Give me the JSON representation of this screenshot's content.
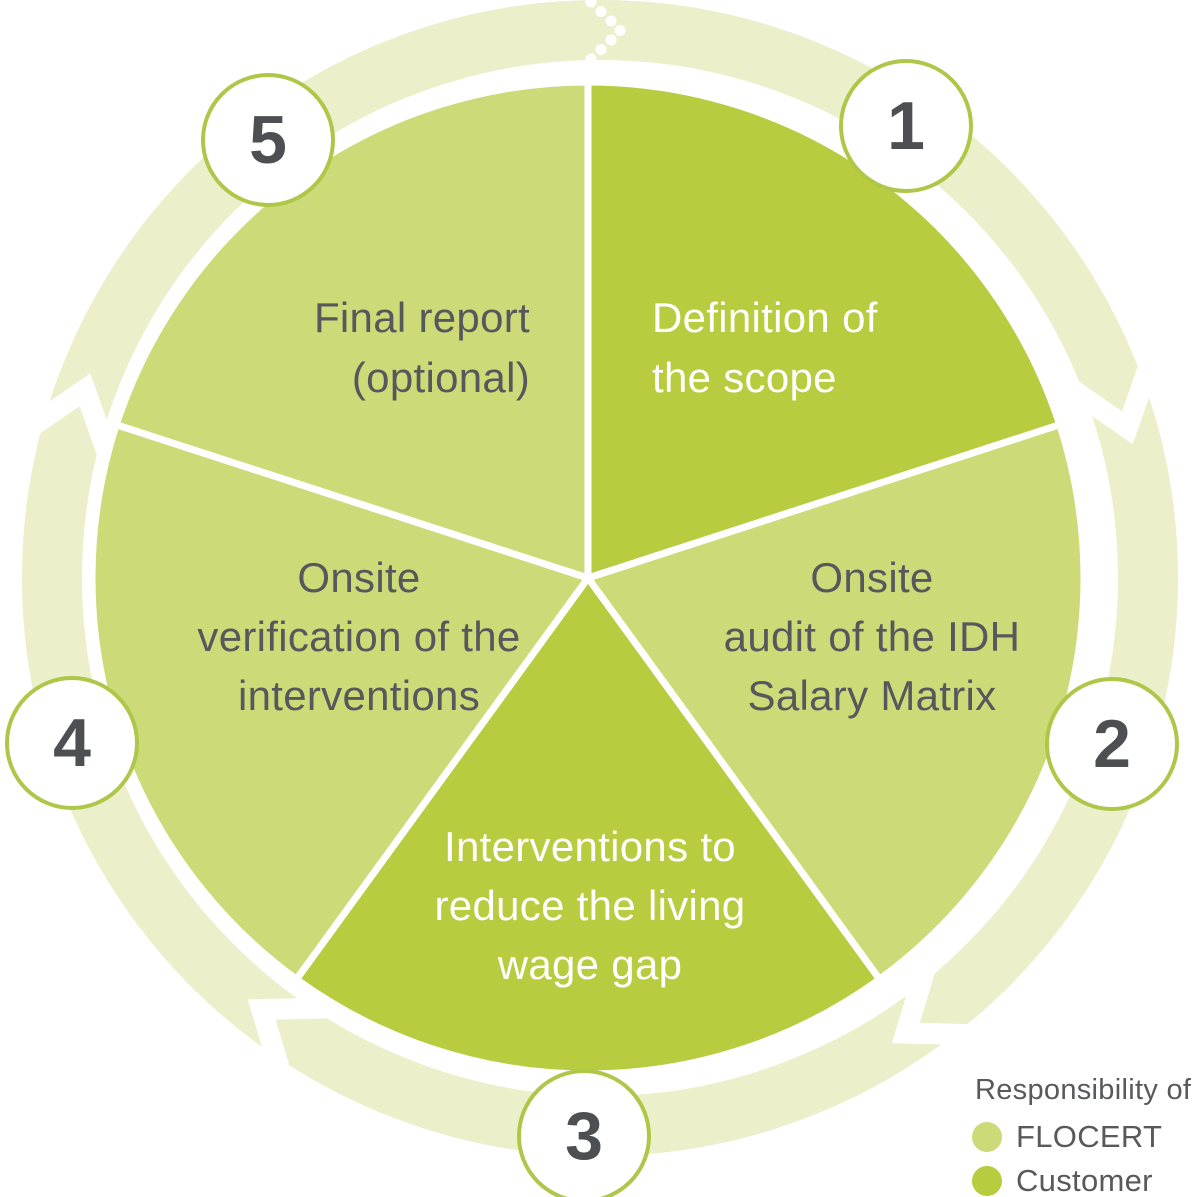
{
  "colors": {
    "customer_dark": "#b9cb3e",
    "flocert_light": "#cdda78",
    "ring": "#ebefca",
    "badge_border": "#aec748",
    "text_dark": "#57585b",
    "text_light": "#ffffff"
  },
  "steps": [
    {
      "number": "1",
      "label": "Definition of\nthe scope",
      "responsibility": "Customer"
    },
    {
      "number": "2",
      "label": "Onsite\naudit of the IDH\nSalary Matrix",
      "responsibility": "FLOCERT"
    },
    {
      "number": "3",
      "label": "Interventions to\nreduce the living\nwage gap",
      "responsibility": "Customer"
    },
    {
      "number": "4",
      "label": "Onsite\nverification of the\ninterventions",
      "responsibility": "FLOCERT"
    },
    {
      "number": "5",
      "label": "Final report\n(optional)",
      "responsibility": "FLOCERT"
    }
  ],
  "legend": {
    "title": "Responsibility of",
    "items": [
      {
        "label": "FLOCERT",
        "color": "#cdda78"
      },
      {
        "label": "Customer",
        "color": "#b9cb3e"
      }
    ]
  }
}
